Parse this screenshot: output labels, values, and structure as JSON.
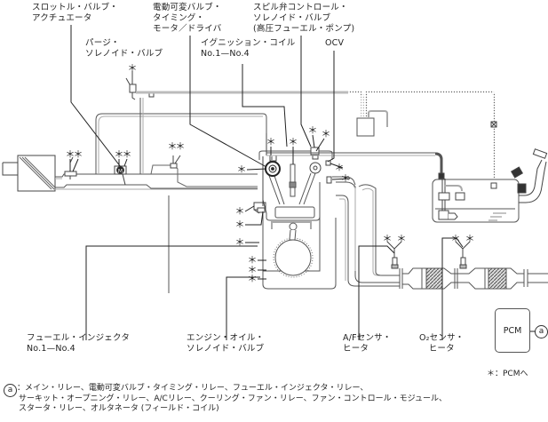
{
  "labels": {
    "throttle": [
      "スロットル・バルブ・",
      "アクチュエータ"
    ],
    "vvt": [
      "電動可変バルブ・",
      "タイミング・",
      "モータ／ドライバ"
    ],
    "spill": [
      "スピル弁コントロール・",
      "ソレノイド・バルブ",
      "(高圧フューエル・ポンプ)"
    ],
    "purge": [
      "パージ・",
      "ソレノイド・バルブ"
    ],
    "ignition": [
      "イグニッション・コイル",
      "No.1—No.4"
    ],
    "ocv": [
      "OCV"
    ],
    "injector": [
      "フューエル・インジェクタ",
      "No.1—No.4"
    ],
    "oil_solenoid": [
      "エンジン・オイル・",
      "ソレノイド・バルブ"
    ],
    "af_sensor": [
      "A/Fセンサ・",
      "ヒータ"
    ],
    "o2_sensor": [
      "O₂センサ・",
      "ヒータ"
    ]
  },
  "pcm": {
    "label": "PCM",
    "connector": "a"
  },
  "note": "＊：PCMへ",
  "legend": {
    "marker": "a",
    "lines": [
      "：メイン・リレー、電動可変バルブ・タイミング・リレー、フューエル・インジェクタ・リレー、",
      "サーキット・オープニング・リレー、A/Cリレー、クーリング・ファン・リレー、ファン・コントロール・モジュール、",
      "スタータ・リレー、オルタネータ (フィールド・コイル)"
    ]
  },
  "symbols": {
    "pcm_mark": "＊",
    "throttle_motor": "M"
  },
  "colors": {
    "line": "#333333",
    "pipe_gray": "#b8b8b8",
    "dark_hose": "#555555"
  }
}
